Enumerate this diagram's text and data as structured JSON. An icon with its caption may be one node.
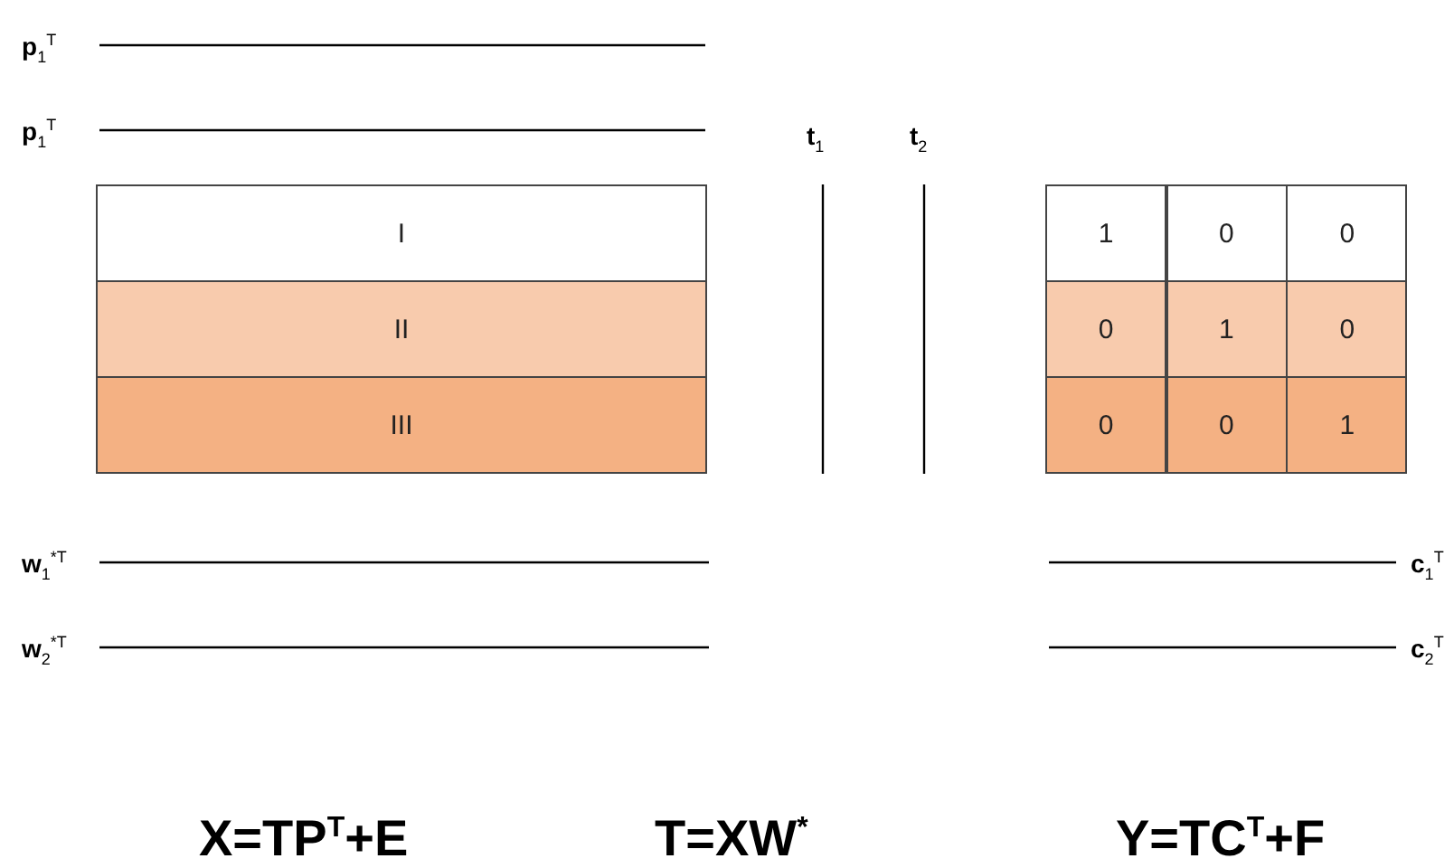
{
  "diagram": {
    "nodes": [
      {
        "text": [
          "I"
        ]
      },
      {
        "text": [
          "II"
        ]
      },
      {
        "text": [
          "III"
        ]
      },
      {
        "text": [
          "1"
        ]
      },
      {
        "text": [
          "0"
        ]
      },
      {
        "text": [
          "0"
        ]
      },
      {
        "text": [
          "0"
        ]
      },
      {
        "text": [
          "1"
        ]
      },
      {
        "text": [
          "0"
        ]
      },
      {
        "text": [
          "0"
        ]
      },
      {
        "text": [
          "0"
        ]
      },
      {
        "text": [
          "1"
        ]
      }
    ],
    "edges": [],
    "labels": [
      "**p**$_{1}$$^{T}$",
      "**p**$_{1}$$^{T}$",
      "**t**$_{1}$",
      "**t**$_{2}$",
      "**w**$_{1}$$^{*T}$",
      "**c**$_{1}$$^{T}$",
      "**w**$_{2}$$^{*T}$",
      "**c**$_{2}$$^{T}$",
      "X=TP$^{T}$+E",
      "T=XW$^{*}$",
      "Y=TC$^{T}$+F"
    ]
  }
}
